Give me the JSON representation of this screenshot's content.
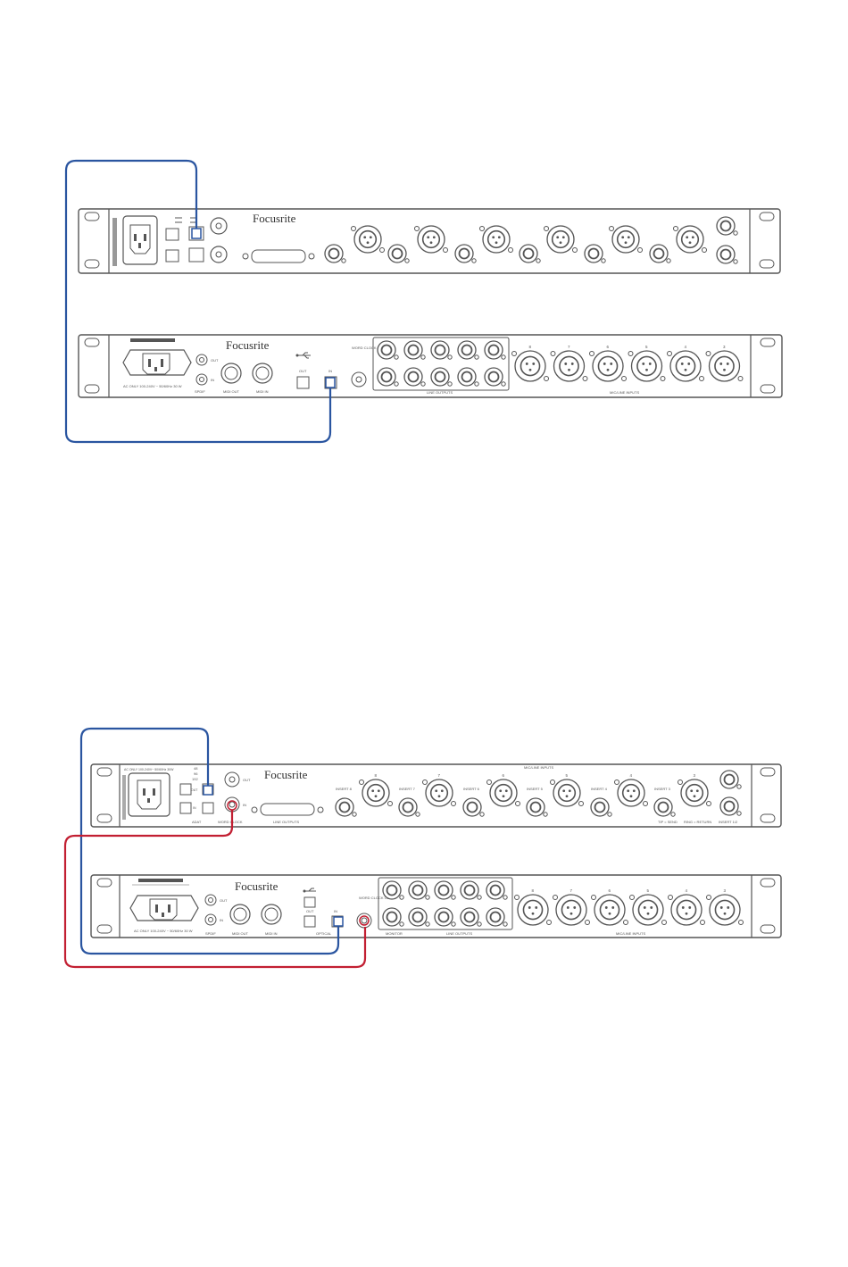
{
  "colors": {
    "optical_cable": "#2a55a0",
    "wordclock_cable": "#c21f32",
    "panel_stroke": "#555555",
    "panel_fill": "#ffffff"
  },
  "diagram1": {
    "top_unit": {
      "brand": "Focusrite"
    },
    "bottom_unit": {
      "brand": "Focusrite",
      "labels": {
        "power": "AC ONLY 100-240V ~ 50/60Hz 30 W",
        "spdif_out": "OUT",
        "spdif_in": "IN",
        "spdif": "SPDIF",
        "midi_out": "MIDI OUT",
        "midi_in": "MIDI IN",
        "optical_out": "OUT",
        "optical_in": "IN",
        "word_clock": "WORD CLOCK OUT",
        "line_outputs": "LINE OUTPUTS",
        "mic_line_inputs": "MIC/LINE INPUTS"
      },
      "input_numbers": [
        "8",
        "7",
        "6",
        "5",
        "4",
        "3"
      ]
    }
  },
  "diagram2": {
    "top_unit": {
      "brand": "Focusrite",
      "labels": {
        "power": "AC ONLY 100-240V~ 50/60Hz 30W",
        "optical_out": "OUT",
        "optical_in": "IN",
        "adat": "ADAT",
        "wc_out": "OUT",
        "wc_in": "IN",
        "word_clock": "WORD CLOCK",
        "line_outputs": "LINE OUTPUTS",
        "mic_line_inputs": "MIC/LINE INPUTS",
        "insert8": "INSERT 8",
        "insert7": "INSERT 7",
        "insert6": "INSERT 6",
        "insert5": "INSERT 5",
        "insert4": "INSERT 4",
        "insert3": "INSERT 3",
        "tip_send": "TIP = SEND",
        "ring_return": "RING = RETURN",
        "insert_1_2": "INSERT 1/2",
        "rate_48": "48",
        "rate_96": "96",
        "rate_192": "192"
      },
      "input_numbers": [
        "8",
        "7",
        "6",
        "5",
        "4",
        "3"
      ]
    },
    "bottom_unit": {
      "brand": "Focusrite",
      "labels": {
        "power": "AC ONLY 100-240V ~ 50/60Hz 30 W",
        "spdif_out": "OUT",
        "spdif_in": "IN",
        "spdif": "SPDIF",
        "midi_out": "MIDI OUT",
        "midi_in": "MIDI IN",
        "optical_out": "OUT",
        "optical_in": "IN",
        "optical": "OPTICAL",
        "word_clock": "WORD CLOCK OUT",
        "monitor": "MONITOR",
        "line_outputs": "LINE OUTPUTS",
        "mic_line_inputs": "MIC/LINE INPUTS"
      },
      "input_numbers": [
        "8",
        "7",
        "6",
        "5",
        "4",
        "3"
      ]
    }
  }
}
